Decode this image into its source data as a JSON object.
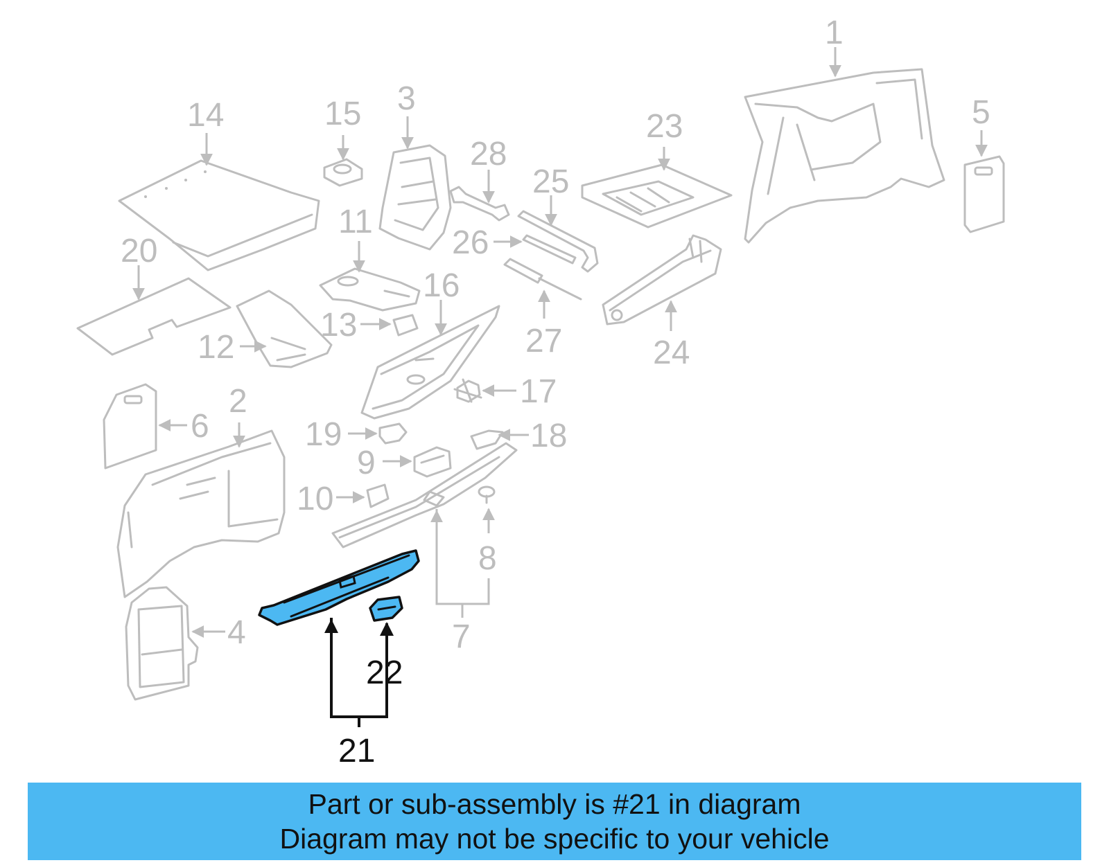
{
  "colors": {
    "dim_part": "#bdbdbd",
    "highlight_fill": "#4cb8f2",
    "highlight_stroke": "#111111",
    "banner_background": "#4cb8f2",
    "banner_text": "#111111"
  },
  "callouts": {
    "c1": "1",
    "c2": "2",
    "c3": "3",
    "c4": "4",
    "c5": "5",
    "c6": "6",
    "c7": "7",
    "c8": "8",
    "c9": "9",
    "c10": "10",
    "c11": "11",
    "c12": "12",
    "c13": "13",
    "c14": "14",
    "c15": "15",
    "c16": "16",
    "c17": "17",
    "c18": "18",
    "c19": "19",
    "c20": "20",
    "c21": "21",
    "c22": "22",
    "c23": "23",
    "c24": "24",
    "c25": "25",
    "c26": "26",
    "c27": "27",
    "c28": "28"
  },
  "highlighted_parts": [
    "21",
    "22"
  ],
  "banner": {
    "line1": "Part or sub-assembly is #21 in diagram",
    "line2": "Diagram may not be specific to your vehicle"
  }
}
